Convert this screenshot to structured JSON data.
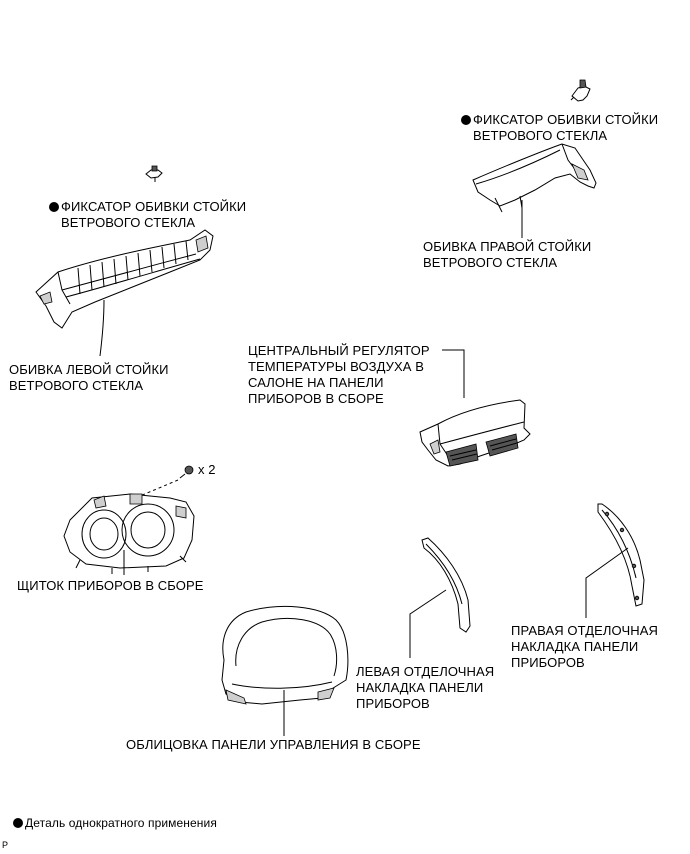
{
  "labels": {
    "left_clip": "ФИКСАТОР ОБИВКИ СТОЙКИ",
    "left_clip_2": "ВЕТРОВОГО СТЕКЛА",
    "right_clip": "ФИКСАТОР ОБИВКИ СТОЙКИ",
    "right_clip_2": "ВЕТРОВОГО СТЕКЛА",
    "right_pillar": "ОБИВКА ПРАВОЙ СТОЙКИ",
    "right_pillar_2": "ВЕТРОВОГО СТЕКЛА",
    "left_pillar": "ОБИВКА ЛЕВОЙ СТОЙКИ",
    "left_pillar_2": "ВЕТРОВОГО СТЕКЛА",
    "center_vent": "ЦЕНТРАЛЬНЫЙ РЕГУЛЯТОР",
    "center_vent_2": "ТЕМПЕРАТУРЫ ВОЗДУХА В",
    "center_vent_3": "САЛОНЕ НА ПАНЕЛИ",
    "center_vent_4": "ПРИБОРОВ В СБОРЕ",
    "screw_qty": "x 2",
    "cluster": "ЩИТОК ПРИБОРОВ В СБОРЕ",
    "left_trim": "ЛЕВАЯ ОТДЕЛОЧНАЯ",
    "left_trim_2": "НАКЛАДКА ПАНЕЛИ",
    "left_trim_3": "ПРИБОРОВ",
    "right_trim": "ПРАВАЯ ОТДЕЛОЧНАЯ",
    "right_trim_2": "НАКЛАДКА ПАНЕЛИ",
    "right_trim_3": "ПРИБОРОВ",
    "hood": "ОБЛИЦОВКА ПАНЕЛИ УПРАВЛЕНИЯ В СБОРЕ"
  },
  "legend": {
    "text": "Деталь однократного применения"
  },
  "page_ref": "P"
}
